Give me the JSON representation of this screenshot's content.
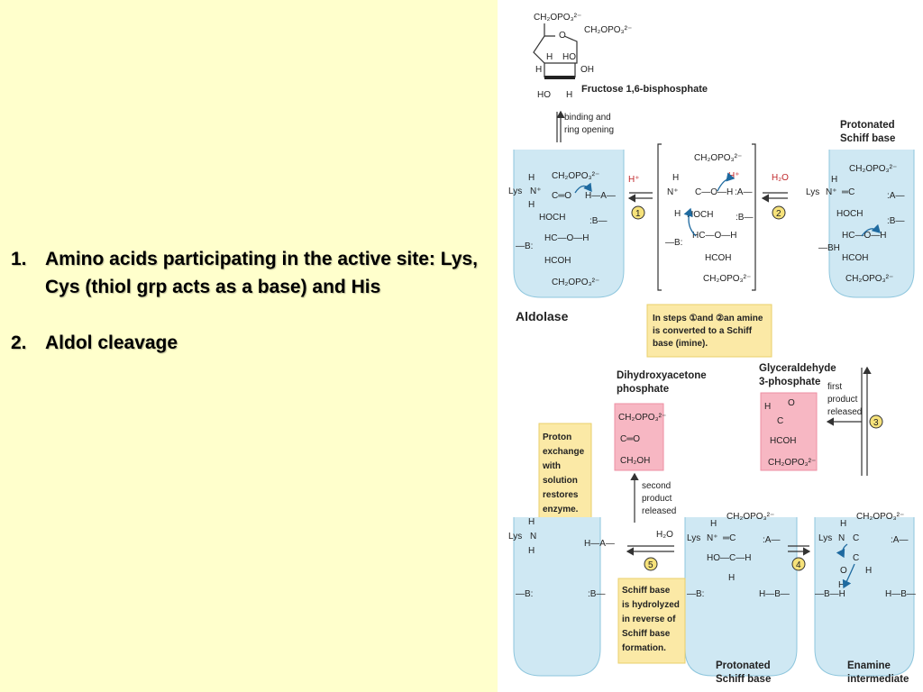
{
  "bullets": [
    {
      "num": "1.",
      "text": "Amino acids participating in the active site: Lys, Cys (thiol grp acts as a base) and His"
    },
    {
      "num": "2.",
      "text": "Aldol cleavage"
    }
  ],
  "figure": {
    "fructose": {
      "ch2opo3_a": "CH₂OPO₃²⁻",
      "o": "O",
      "ch2opo3_b": "CH₂OPO₃²⁻",
      "h1": "H",
      "ho1": "HO",
      "h2": "H",
      "oh": "OH",
      "ho2": "HO",
      "h3": "H",
      "name": "Fructose 1,6-bisphosphate"
    },
    "binding": {
      "line1": "binding and",
      "line2": "ring opening"
    },
    "enzyme_label": "Aldolase",
    "protonated_schiff_top": {
      "line1": "Protonated",
      "line2": "Schiff base"
    },
    "steps_note": {
      "line1": "In steps ①and ②an amine",
      "line2": "is converted to a Schiff",
      "line3": "base (imine)."
    },
    "dhap": {
      "line1": "Dihydroxyacetone",
      "line2": "phosphate",
      "c1": "CH₂OPO₃²⁻",
      "c2": "C═O",
      "c3": "CH₂OH"
    },
    "g3p": {
      "line1": "Glyceraldehyde",
      "line2": "3-phosphate",
      "h": "H",
      "o": "O",
      "c": "C",
      "hcoh": "HCOH",
      "ch2": "CH₂OPO₃²⁻"
    },
    "first_product": {
      "line1": "first",
      "line2": "product",
      "line3": "released"
    },
    "second_product": {
      "line1": "second",
      "line2": "product",
      "line3": "released"
    },
    "proton_note": {
      "line1": "Proton",
      "line2": "exchange",
      "line3": "with",
      "line4": "solution",
      "line5": "restores",
      "line6": "enzyme."
    },
    "schiff_note": {
      "line1": "Schiff base",
      "line2": "is hydrolyzed",
      "line3": "in reverse of",
      "line4": "Schiff base",
      "line5": "formation."
    },
    "protonated_schiff_bottom": {
      "line1": "Protonated",
      "line2": "Schiff base"
    },
    "enamine": {
      "line1": "Enamine",
      "line2": "intermediate"
    },
    "steps": [
      "1",
      "2",
      "3",
      "4",
      "5"
    ],
    "h_plus": "H⁺",
    "h2o": "H₂O",
    "lys": "Lys",
    "fragments": {
      "n": "N",
      "nplus": "N⁺",
      "h": "H",
      "ho": "HO",
      "c_eq_o": "C═O",
      "hoch": "HOCH",
      "hc_o_h": "HC—O—H",
      "hcoh": "HCOH",
      "ch2opo3": "CH₂OPO₃²⁻",
      "ha": "H—A—",
      "a": ":A—",
      "b": ":B—",
      "minus_b": "—B:",
      "minus_bh": "—BH",
      "hb": "H—B—",
      "minus_bh2": "—B—H",
      "c": "C",
      "c_o_h": "C—O—H",
      "hoch2": "HO—C—H",
      "eq_c": "═C",
      "o": "O",
      "h2o_line": "H₂O"
    }
  }
}
